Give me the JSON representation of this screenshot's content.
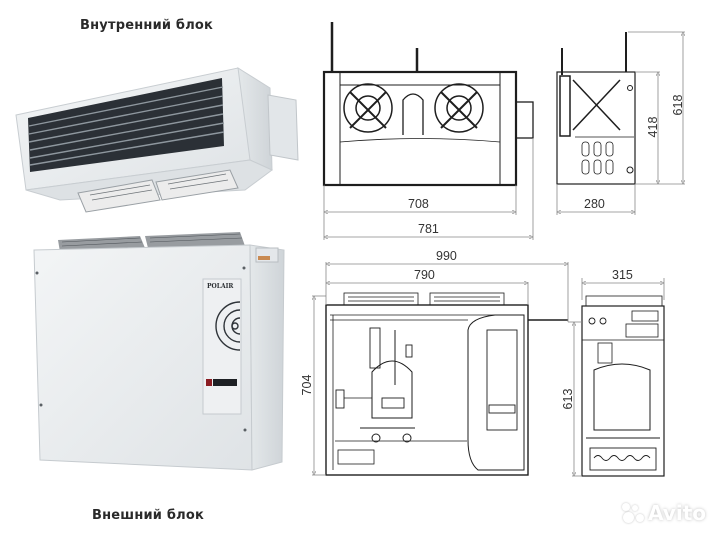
{
  "labels": {
    "indoor_unit": "Внутренний блок",
    "outdoor_unit": "Внешний блок"
  },
  "brand_badge": "POLAIR",
  "indoor_drawing": {
    "front_view": {
      "inner_width": "708",
      "overall_width": "781"
    },
    "side_view": {
      "depth": "280",
      "body_height": "418",
      "overall_height": "618"
    }
  },
  "outdoor_drawing": {
    "front_view": {
      "overall_width": "990",
      "body_width": "790",
      "height": "704"
    },
    "side_view": {
      "depth": "315",
      "height": "613"
    }
  },
  "watermark": "Avito",
  "colors": {
    "background": "#ffffff",
    "line": "#1e1e1e",
    "dimension_line": "#888888",
    "unit_body": "#e8ecee",
    "grille_dark": "#2b3036",
    "text": "#2a2a2a"
  }
}
